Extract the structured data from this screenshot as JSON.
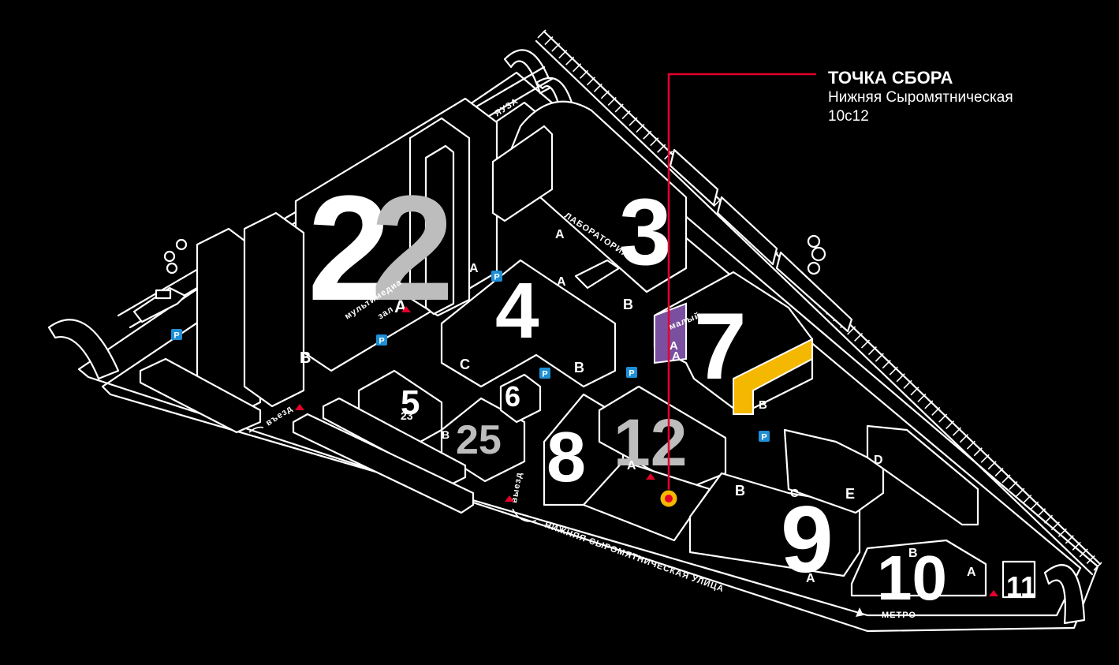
{
  "callout": {
    "title": "ТОЧКА СБОРА",
    "address_line1": "Нижняя Сыромятническая",
    "address_line2": "10с12"
  },
  "colors": {
    "background": "#000000",
    "lines": "#ffffff",
    "accent_red": "#e4002b",
    "highlight_yellow": "#f5b800",
    "highlight_purple": "#7b4fa0",
    "number_gray": "#bdbdbd",
    "parking_blue": "#1e8fd6"
  },
  "buildings": {
    "b2": "2",
    "b3": "3",
    "b4": "4",
    "b5": "5",
    "b6": "6",
    "b7": "7",
    "b8": "8",
    "b9": "9",
    "b10": "10",
    "b11": "11",
    "b12": "12",
    "b23": "23",
    "b25": "25"
  },
  "letters": {
    "a": "A",
    "b": "B",
    "c": "C",
    "d": "D",
    "e": "E"
  },
  "labels": {
    "multimedia": "мультимедиа",
    "hall": "зал",
    "river": "ЯУЗА",
    "laboratory": "ЛАБОРАТОРИЯ",
    "small": "малый",
    "street": "НИЖНЯЯ СЫРОМЯТНИЧЕСКАЯ УЛИЦА",
    "metro": "МЕТРО",
    "entry": "въезд",
    "exit": "выезд"
  },
  "parking": {
    "label": "P"
  },
  "icons": {
    "meeting_point": "meeting-point-marker",
    "entrance": "entrance-arrow-icon",
    "parking": "parking-icon"
  }
}
